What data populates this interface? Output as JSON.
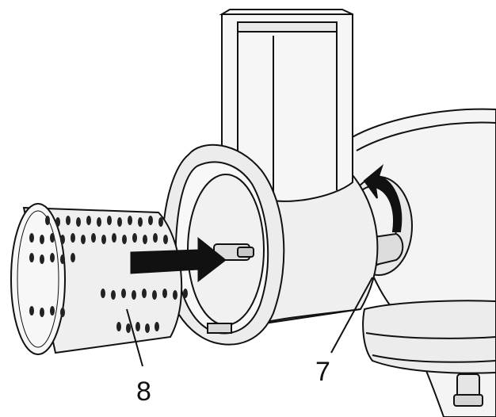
{
  "callouts": [
    {
      "id": "callout-8",
      "label": "8"
    },
    {
      "id": "callout-7",
      "label": "7"
    }
  ],
  "colors": {
    "outline": "#111111",
    "body_fill": "#f2f2f2",
    "shade_fill": "#e2e2e2",
    "dark_fill": "#cfcfcf",
    "arrow_fill": "#111111"
  },
  "icons": [
    "insert-arrow-icon",
    "rotate-arrow-icon"
  ]
}
